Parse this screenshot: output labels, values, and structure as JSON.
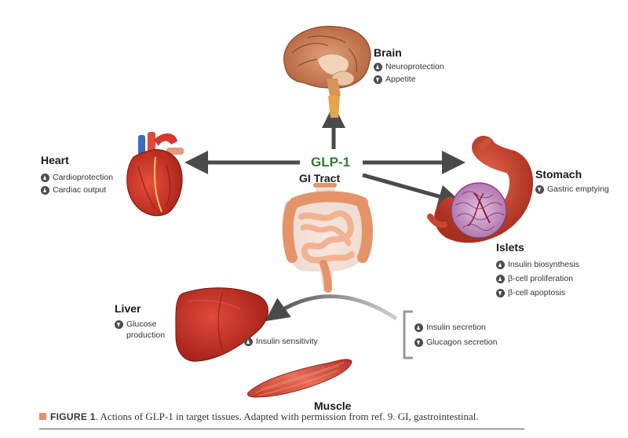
{
  "center": {
    "label": "GLP-1",
    "sublabel": "GI Tract",
    "label_color": "#2e7d32"
  },
  "brain": {
    "title": "Brain",
    "effects": [
      {
        "text": "Neuroprotection",
        "direction": "up",
        "icon": "up-arrow-icon"
      },
      {
        "text": "Appetite",
        "direction": "down",
        "icon": "down-arrow-icon"
      }
    ]
  },
  "heart": {
    "title": "Heart",
    "effects": [
      {
        "text": "Cardioprotection",
        "direction": "up",
        "icon": "up-arrow-icon"
      },
      {
        "text": "Cardiac output",
        "direction": "up",
        "icon": "up-arrow-icon"
      }
    ]
  },
  "stomach": {
    "title": "Stomach",
    "effects": [
      {
        "text": "Gastric emptying",
        "direction": "down",
        "icon": "down-arrow-icon"
      }
    ]
  },
  "islets": {
    "title": "Islets",
    "effects": [
      {
        "text": "Insulin biosynthesis",
        "direction": "up",
        "icon": "up-arrow-icon"
      },
      {
        "text": "β-cell proliferation",
        "direction": "up",
        "icon": "up-arrow-icon"
      },
      {
        "text": "β-cell apoptosis",
        "direction": "down",
        "icon": "down-arrow-icon"
      }
    ]
  },
  "pancreas_output": {
    "effects": [
      {
        "text": "Insulin secretion",
        "direction": "up",
        "icon": "up-arrow-icon"
      },
      {
        "text": "Glucagon secretion",
        "direction": "down",
        "icon": "down-arrow-icon"
      }
    ]
  },
  "liver": {
    "title": "Liver",
    "effect": {
      "text": "Glucose production",
      "line1": "Glucose",
      "line2": "production",
      "direction": "down",
      "icon": "down-arrow-icon"
    }
  },
  "muscle": {
    "title": "Muscle",
    "effect": {
      "text": "Insulin sensitivity",
      "direction": "up",
      "icon": "up-arrow-icon"
    }
  },
  "caption": {
    "figure_label": "FIGURE 1",
    "text": ". Actions of GLP-1 in target tissues. Adapted with permission from ref. 9. GI, gastrointestinal."
  },
  "colors": {
    "arrow": "#555555",
    "accent_square": "#e88c6a",
    "organ_red": "#c0392b",
    "brain": "#c8734a",
    "intestine": "#e8a27a",
    "islet": "#c98fc4"
  }
}
